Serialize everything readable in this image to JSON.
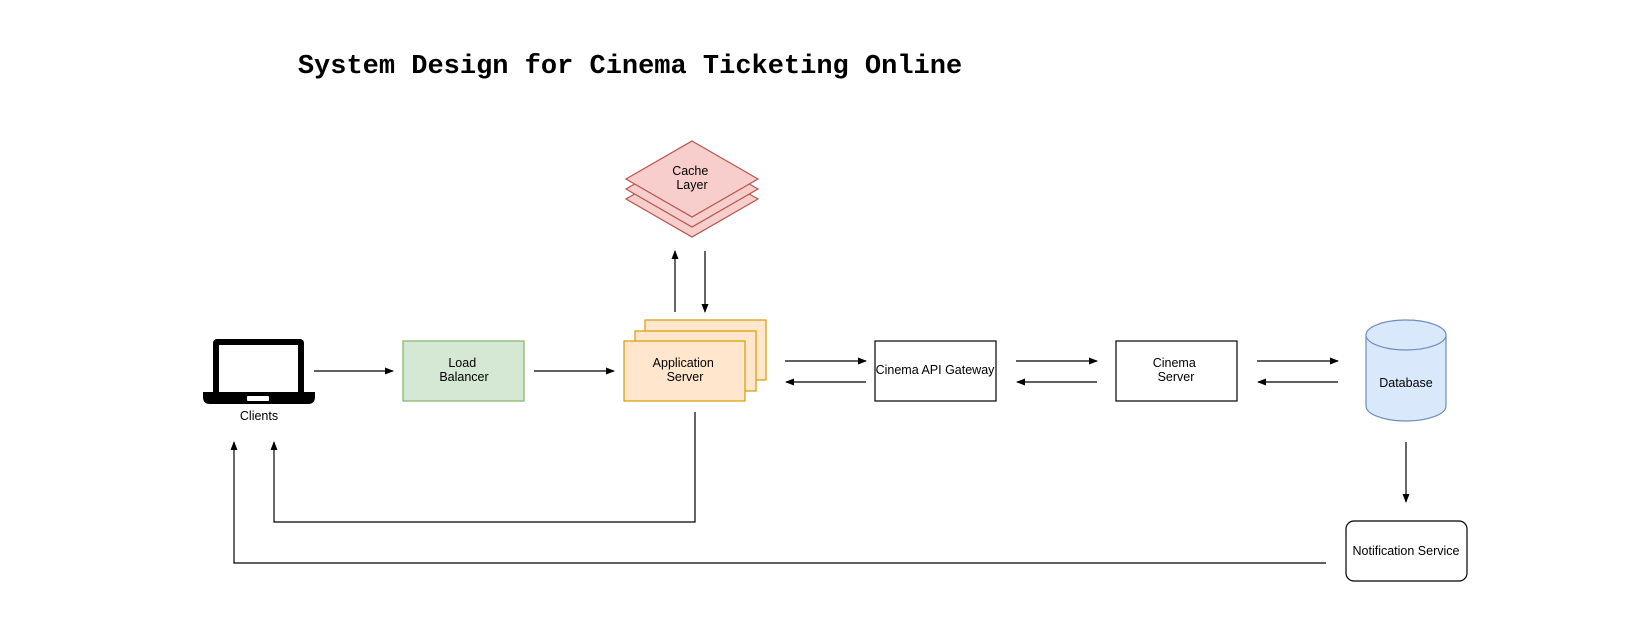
{
  "title": "System Design for Cinema Ticketing Online",
  "nodes": {
    "clients": {
      "label": "Clients"
    },
    "load_balancer": {
      "line1": "Load",
      "line2": "Balancer",
      "fill": "#d5e8d4",
      "stroke": "#82b366"
    },
    "app_server": {
      "line1": "Application",
      "line2": "Server",
      "fill": "#ffe6cc",
      "stroke": "#d79b00"
    },
    "cache": {
      "line1": "Cache",
      "line2": "Layer",
      "fill": "#f8cecc",
      "stroke": "#b85450"
    },
    "api_gateway": {
      "label": "Cinema API Gateway"
    },
    "cinema_server": {
      "line1": "Cinema",
      "line2": "Server"
    },
    "database": {
      "label": "Database",
      "fill": "#dae8fc",
      "stroke": "#6c8ebf"
    },
    "notification": {
      "label": "Notification Service"
    }
  }
}
